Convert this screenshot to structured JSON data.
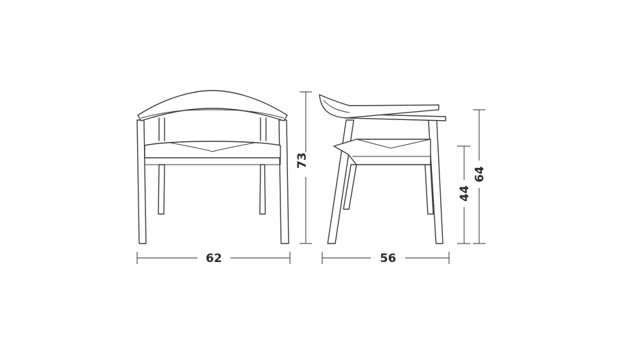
{
  "dimensions": {
    "front_width": "62",
    "front_height": "73",
    "side_depth": "56",
    "seat_height": "44",
    "arm_height": "64"
  },
  "colors": {
    "line": "#3a3a3a",
    "background": "#ffffff"
  }
}
